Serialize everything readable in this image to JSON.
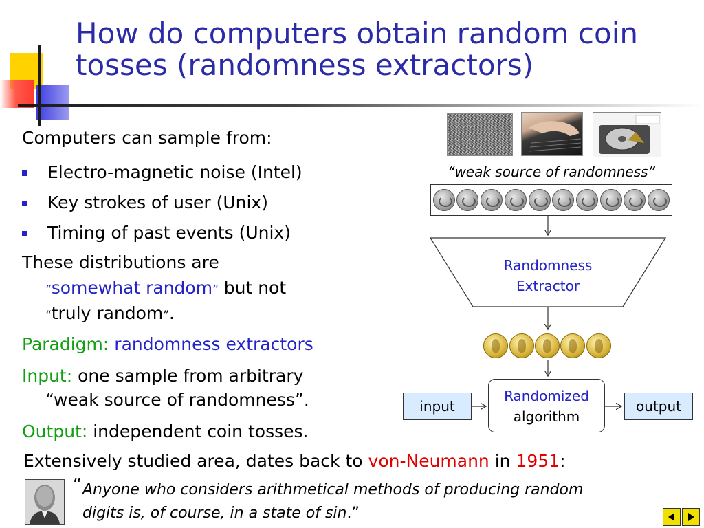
{
  "slide": {
    "title": "How do computers obtain random coin tosses (randomness extractors)",
    "intro": "Computers can sample from:",
    "bullets": [
      "Electro-magnetic noise (Intel)",
      "Key strokes of user (Unix)",
      "Timing of past events (Unix)"
    ],
    "distributions": {
      "lead": "These distributions are",
      "open_quote_1": "“",
      "somewhat": "somewhat random",
      "close_quote_1": "”",
      "but_not": " but not",
      "open_quote_2": "“",
      "truly": "truly random",
      "close_quote_2": "”",
      "period": "."
    },
    "paradigm": {
      "label": "Paradigm:",
      "value": " randomness extractors"
    },
    "input": {
      "label": "Input:",
      "line1": " one sample from arbitrary",
      "line2": "“weak source of randomness”."
    },
    "output": {
      "label": "Output:",
      "value": " independent coin tosses."
    },
    "history": {
      "lead": "Extensively studied area, dates back to ",
      "name": "von-Neumann",
      "mid": " in ",
      "year": "1951",
      "colon": ":"
    },
    "quote": {
      "open": "“",
      "line1": "Anyone who considers arithmetical methods of producing random",
      "line2": "digits is, of course, in a state of sin",
      "close": ".”"
    }
  },
  "diagram": {
    "weak_source_label": "“weak source of randomness”",
    "extractor_line1": "Randomness",
    "extractor_line2": "Extractor",
    "input_label": "input",
    "algo_line1": "Randomized",
    "algo_line2": "algorithm",
    "output_label": "output",
    "silver_coin_count": 10,
    "gold_coin_count": 5
  },
  "colors": {
    "title": "#2b2ba8",
    "blue": "#2323c8",
    "green": "#12a012",
    "red": "#e00000",
    "box_fill": "#d9ecff",
    "nav_yellow": "#f0e000"
  },
  "icons": [
    "noise-image",
    "keyboard-image",
    "hard-drive-image",
    "silver-coin-icon",
    "gold-coin-icon",
    "portrait-photo",
    "nav-back-icon",
    "nav-forward-icon"
  ]
}
